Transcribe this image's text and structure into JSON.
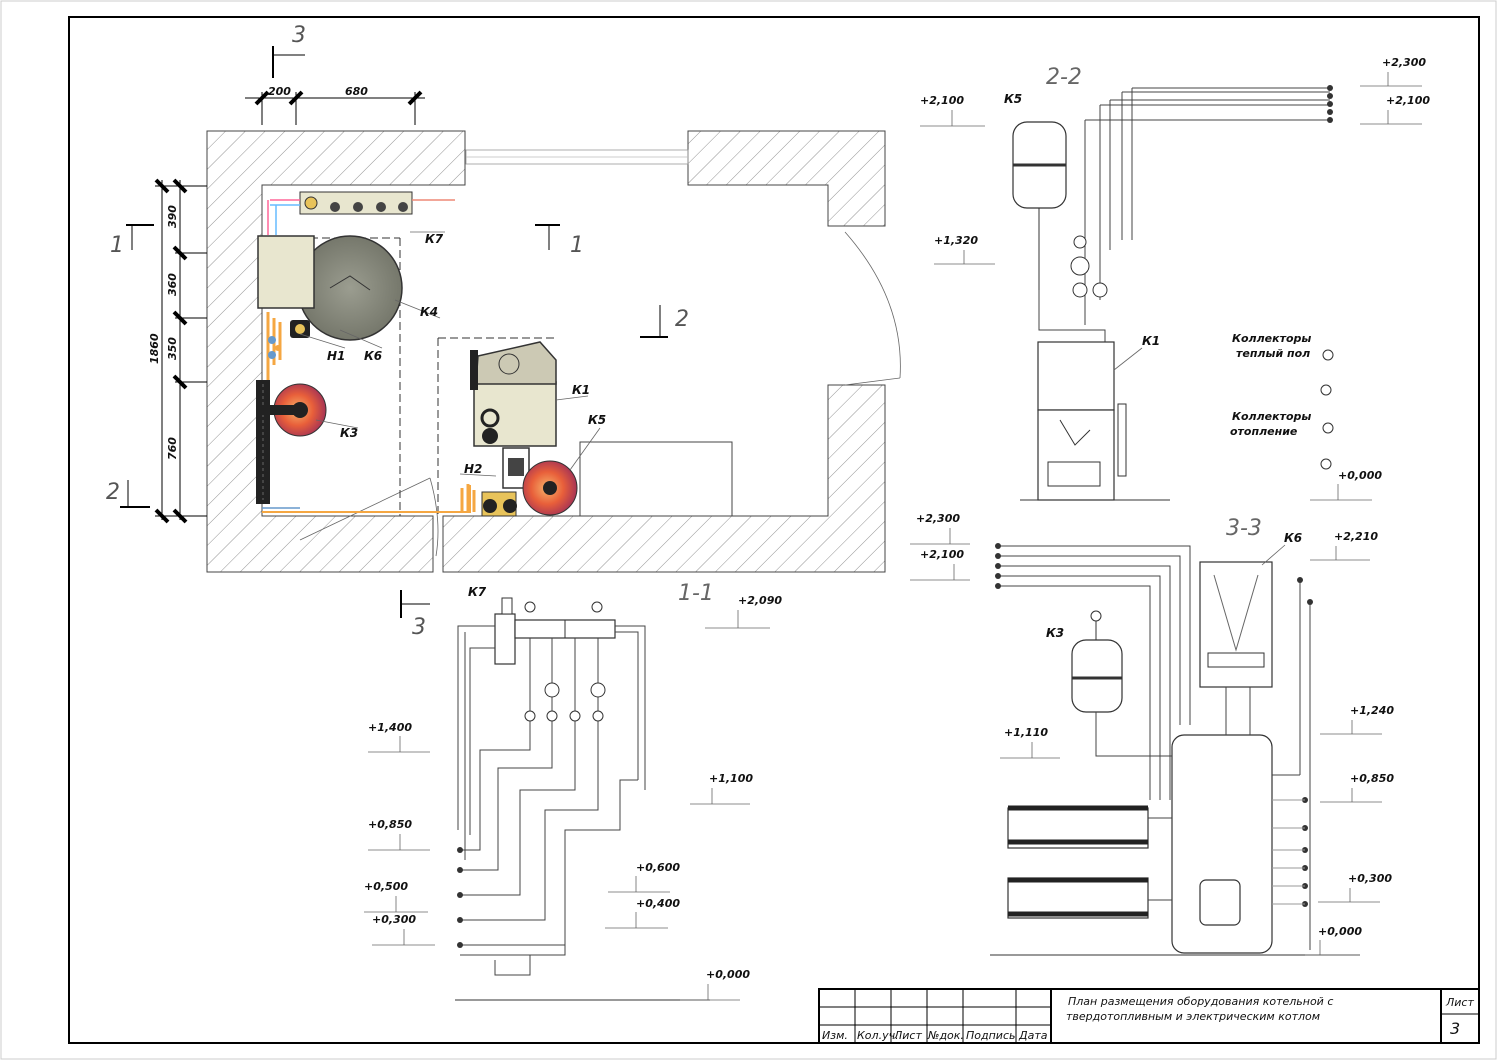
{
  "plan": {
    "section_marks": [
      "1",
      "1",
      "2",
      "2",
      "3",
      "3"
    ],
    "dims_top": [
      "200",
      "680"
    ],
    "dims_left": [
      "390",
      "360",
      "350",
      "760"
    ],
    "dim_total": "1860",
    "tags": {
      "k7": "К7",
      "k4": "К4",
      "h1": "Н1",
      "k6": "К6",
      "k3": "К3",
      "k1": "К1",
      "k5": "К5",
      "h2": "Н2"
    }
  },
  "section_1_1": {
    "title": "1-1",
    "tag_k7": "К7",
    "elevations": [
      "+2,090",
      "+1,400",
      "+1,100",
      "+0,850",
      "+0,600",
      "+0,500",
      "+0,400",
      "+0,300",
      "+0,000"
    ]
  },
  "section_2_2": {
    "title": "2-2",
    "tag_k5": "К5",
    "tag_k1": "К1",
    "elevations": [
      "+2,100",
      "+1,320",
      "+2,300",
      "+2,100",
      "+0,000"
    ],
    "note_floor": [
      "Коллекторы",
      "теплый пол"
    ],
    "note_heating": [
      "Коллекторы",
      "отопление"
    ]
  },
  "section_3_3": {
    "title": "3-3",
    "tag_k6": "К6",
    "tag_k3": "К3",
    "elevations": [
      "+2,300",
      "+2,100",
      "+2,210",
      "+1,110",
      "+1,240",
      "+0,850",
      "+0,300",
      "+0,000"
    ]
  },
  "title_block": {
    "columns": [
      "Изм.",
      "Кол.уч.",
      "Лист",
      "№док.",
      "Подпись",
      "Дата"
    ],
    "title_line1": "План размещения оборудования котельной с",
    "title_line2": "твердотопливным и электрическим котлом",
    "sheet_label": "Лист",
    "sheet_number": "3"
  },
  "colors": {
    "frame": "#000000",
    "wall_hatch": "#555555",
    "tank_green": "#8a8d7f",
    "expansion_red": "#e0563a",
    "boiler_cream": "#e8e6cf"
  }
}
